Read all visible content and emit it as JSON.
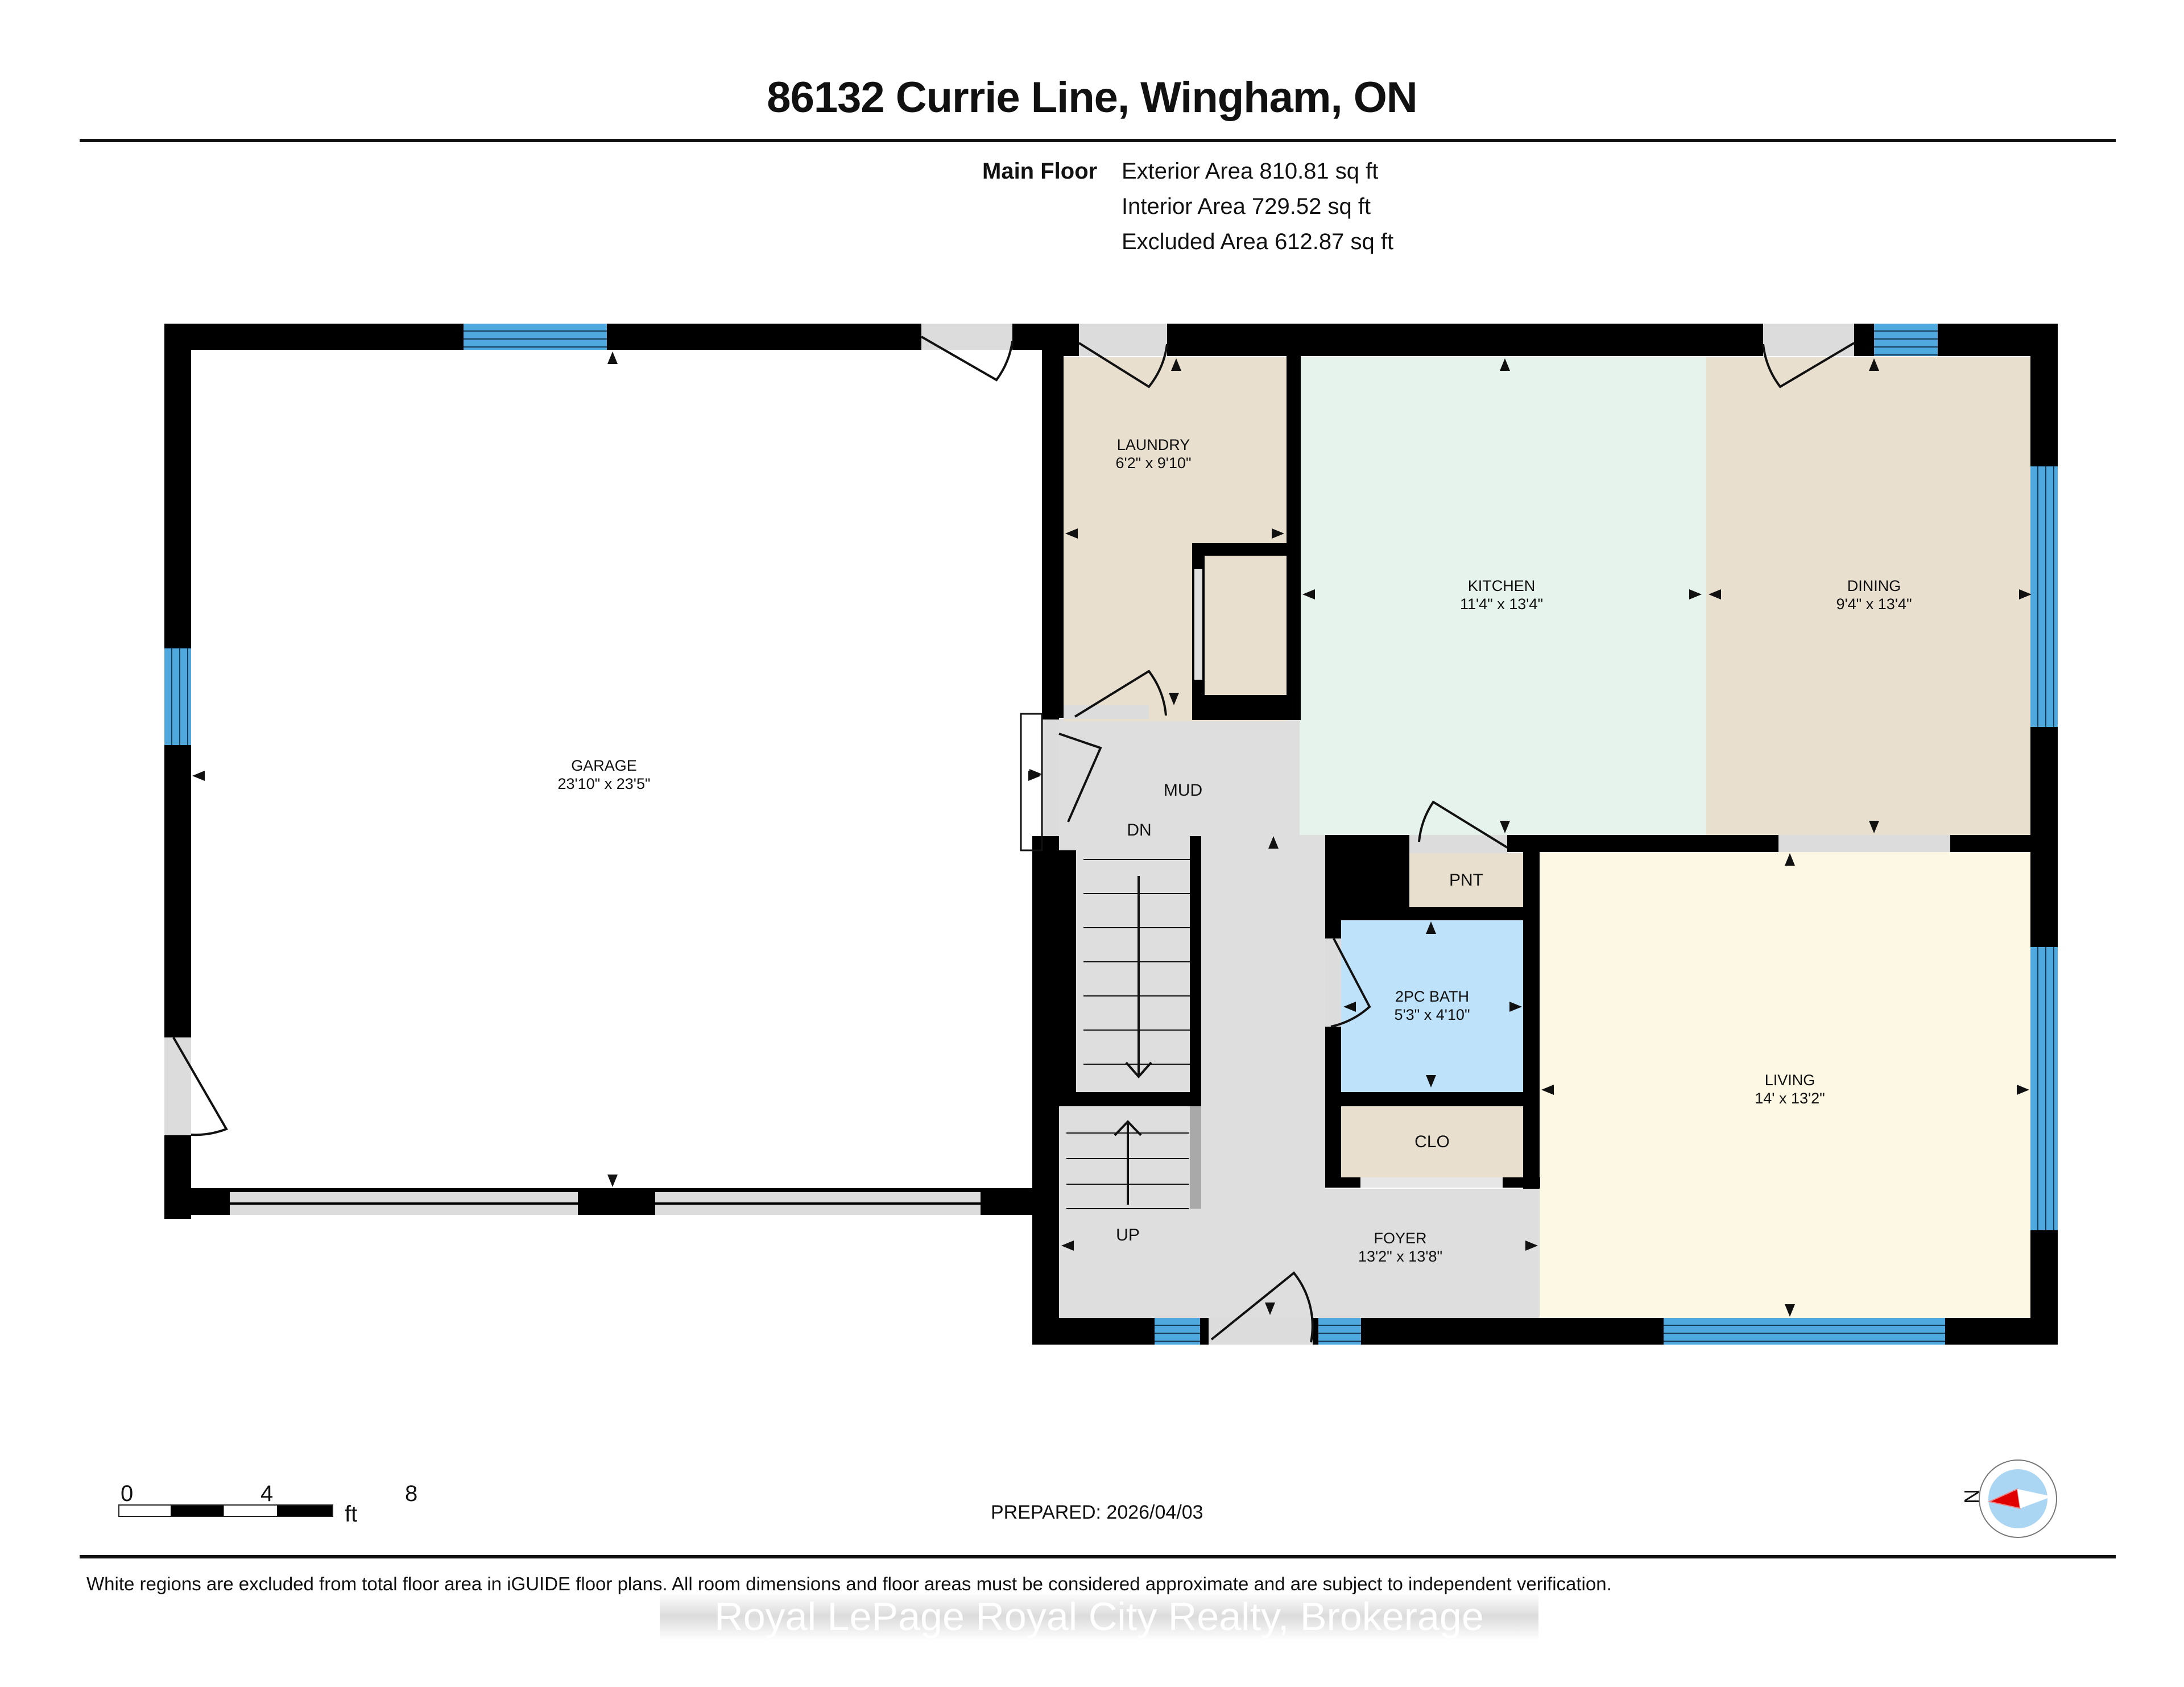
{
  "header": {
    "title": "86132 Currie Line, Wingham, ON"
  },
  "floor_summary": {
    "floor_label": "Main Floor",
    "exterior_area": "Exterior Area 810.81 sq ft",
    "interior_area": "Interior Area 729.52 sq ft",
    "excluded_area": "Excluded Area 612.87 sq ft"
  },
  "rooms": {
    "garage": {
      "name": "GARAGE",
      "dims": "23'10\" x 23'5\""
    },
    "laundry": {
      "name": "LAUNDRY",
      "dims": "6'2\" x 9'10\""
    },
    "kitchen": {
      "name": "KITCHEN",
      "dims": "11'4\" x 13'4\""
    },
    "dining": {
      "name": "DINING",
      "dims": "9'4\" x 13'4\""
    },
    "mud": {
      "name": "MUD"
    },
    "pantry": {
      "name": "PNT"
    },
    "bath": {
      "name": "2PC BATH",
      "dims": "5'3\" x 4'10\""
    },
    "closet": {
      "name": "CLO"
    },
    "living": {
      "name": "LIVING",
      "dims": "14' x 13'2\""
    },
    "foyer": {
      "name": "FOYER",
      "dims": "13'2\" x 13'8\""
    }
  },
  "stairs": {
    "down_label": "DN",
    "up_label": "UP"
  },
  "colors": {
    "wall": "#000000",
    "window": "#4fa9df",
    "opening": "#dcdcdc",
    "laundry_fill": "#e8dfcf",
    "kitchen_fill": "#e6f3ec",
    "dining_fill": "#e8dfcf",
    "hall_fill": "#dedede",
    "bath_fill": "#bfe2fb",
    "living_fill": "#fdf8e4",
    "garage_fill": "#ffffff",
    "compass_red": "#e00000",
    "compass_blue": "#aad6f3"
  },
  "scale_bar": {
    "ticks": [
      "0",
      "4",
      "8"
    ],
    "unit": "ft"
  },
  "prepared": "PREPARED: 2026/04/03",
  "compass": {
    "label": "N"
  },
  "footer": {
    "note": "White regions are excluded from total floor area in iGUIDE floor plans. All room dimensions and floor areas must be considered approximate and are subject to independent verification.",
    "watermark": "Royal LePage Royal City Realty, Brokerage"
  }
}
